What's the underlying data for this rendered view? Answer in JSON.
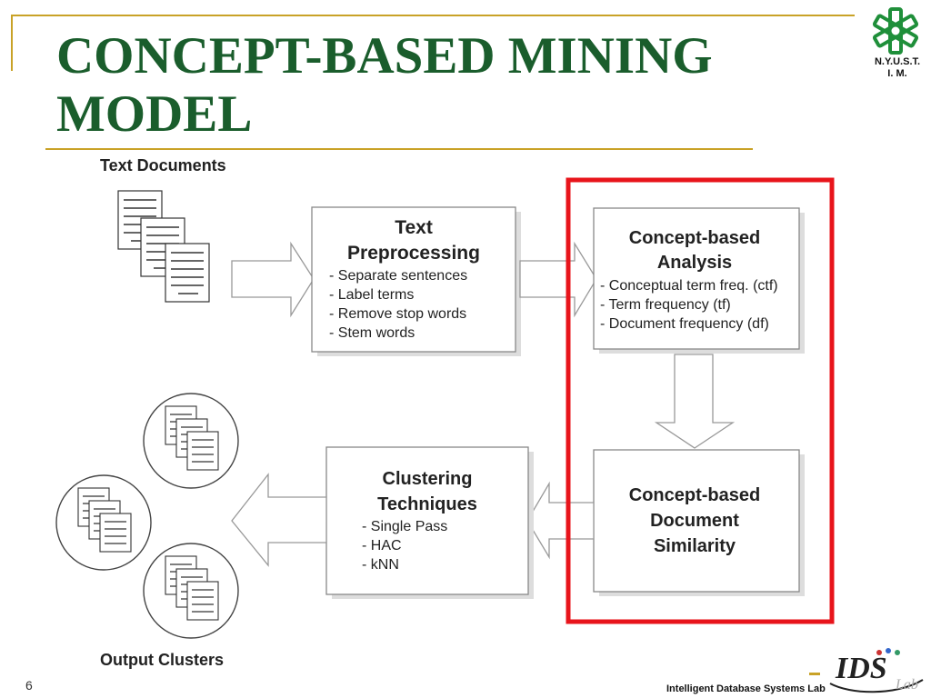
{
  "slide": {
    "title": "CONCEPT-BASED MINING MODEL",
    "school_line1": "N.Y.U.S.T.",
    "school_line2": "I. M.",
    "page_number": "6",
    "lab_name": "Intelligent Database Systems Lab",
    "lab_logo_text": "IDS",
    "lab_logo_sub": "Lab"
  },
  "diagram": {
    "text_documents_label": "Text Documents",
    "output_clusters_label": "Output Clusters",
    "preprocessing": {
      "title_line1": "Text",
      "title_line2": "Preprocessing",
      "items": [
        "- Separate sentences",
        "- Label terms",
        "- Remove stop words",
        "- Stem words"
      ]
    },
    "analysis": {
      "title_line1": "Concept-based",
      "title_line2": "Analysis",
      "items": [
        "- Conceptual term freq. (ctf)",
        "- Term frequency (tf)",
        "- Document frequency (df)"
      ]
    },
    "similarity": {
      "title_line1": "Concept-based",
      "title_line2": "Document",
      "title_line3": "Similarity"
    },
    "clustering": {
      "title_line1": "Clustering",
      "title_line2": "Techniques",
      "items": [
        "- Single Pass",
        "- HAC",
        "- kNN"
      ]
    },
    "highlight_color": "#e8141b",
    "title_color": "#1a5d2c",
    "accent_color": "#c9a227"
  }
}
